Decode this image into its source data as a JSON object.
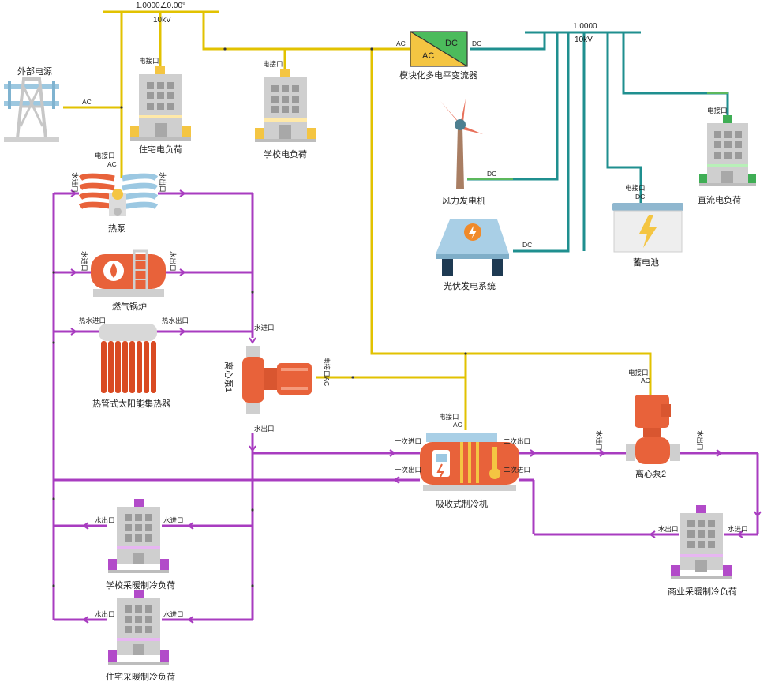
{
  "buses": {
    "ac_main": {
      "value": "1.0000∠0.00°",
      "unit": "10kV"
    },
    "dc_main": {
      "value": "1.0000",
      "unit": "10kV"
    }
  },
  "components": {
    "external_source": "外部电源",
    "residential_load": "住宅电负荷",
    "school_load": "学校电负荷",
    "mmc_converter": "模块化多电平变流器",
    "wind_turbine": "风力发电机",
    "pv_system": "光伏发电系统",
    "dc_load": "直流电负荷",
    "battery": "蓄电池",
    "heat_pump": "热泵",
    "gas_boiler": "燃气锅炉",
    "solar_collector": "热管式太阳能集热器",
    "pump1": "离心泵1",
    "pump2": "离心泵2",
    "absorption_chiller": "吸收式制冷机",
    "school_hvac": "学校采暖制冷负荷",
    "residential_hvac": "住宅采暖制冷负荷",
    "commercial_hvac": "商业采暖制冷负荷"
  },
  "ports": {
    "ac": "AC",
    "dc": "DC",
    "elec_port": "电接口",
    "water_in": "水进口",
    "water_out": "水出口",
    "hot_in": "热水进口",
    "hot_out": "热水出口",
    "primary_in": "一次进口",
    "primary_out": "一次出口",
    "secondary_in": "二次进口",
    "secondary_out": "二次出口",
    "pump_elec": "电接口AC"
  },
  "colors": {
    "ac_line": "#e2c200",
    "dc_line": "#1f8f8f",
    "water_line": "#a83cc0",
    "building_gray": "#c9c9c9",
    "orange": "#e8623a"
  }
}
